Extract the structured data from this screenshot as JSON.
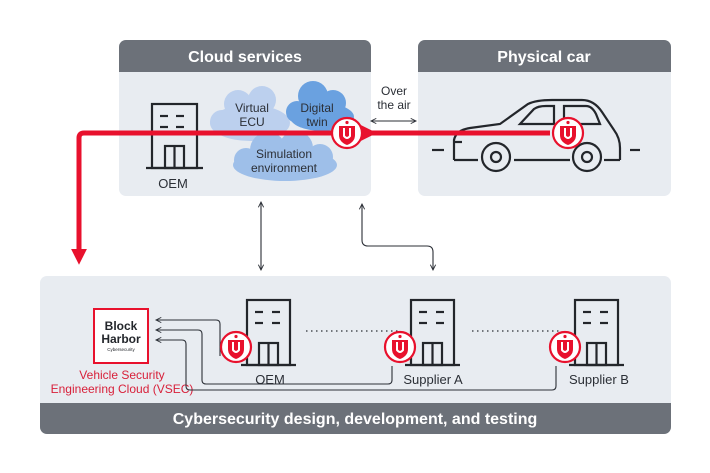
{
  "cloud_services": {
    "title": "Cloud services",
    "virtual_ecu": [
      "Virtual",
      "ECU"
    ],
    "digital_twin": [
      "Digital",
      "twin"
    ],
    "simulation": [
      "Simulation",
      "environment"
    ],
    "oem_label": "OEM"
  },
  "ota_label": [
    "Over",
    "the air"
  ],
  "physical_car": {
    "title": "Physical car"
  },
  "bottom": {
    "title": "Cybersecurity design, development, and testing",
    "logo_lines": [
      "Block",
      "Harbor",
      "Cybersecurity"
    ],
    "vsec_label": [
      "Vehicle Security",
      "Engineering Cloud (VSEC)"
    ],
    "oem_label": "OEM",
    "supplier_a_label": "Supplier A",
    "supplier_b_label": "Supplier B"
  },
  "colors": {
    "panel_bg": "#e8ecf1",
    "header_bg": "#6c7179",
    "accent_red": "#e8112d",
    "cloud_light": "#bcd0ee",
    "cloud_mid": "#9ebfe9",
    "cloud_dark": "#6aa1e0"
  }
}
